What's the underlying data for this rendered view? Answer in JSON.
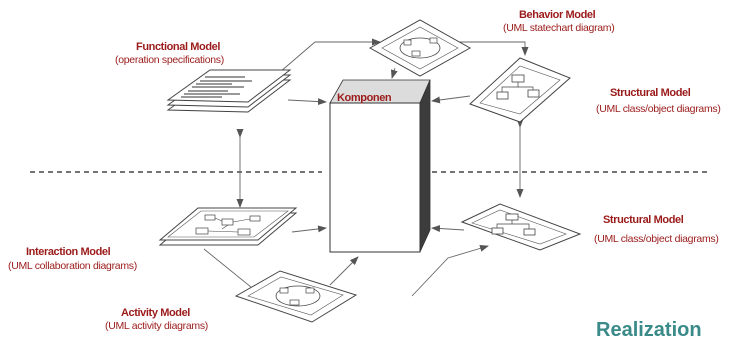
{
  "center": {
    "label": "Komponen"
  },
  "models": {
    "behavior": {
      "title": "Behavior Model",
      "subtitle": "(UML statechart diagram)"
    },
    "functional": {
      "title": "Functional Model",
      "subtitle": "(operation specifications)"
    },
    "structural_top": {
      "title": "Structural Model",
      "subtitle": "(UML class/object  diagrams)"
    },
    "structural_bottom": {
      "title": "Structural Model",
      "subtitle": "(UML class/object diagrams)"
    },
    "interaction": {
      "title": "Interaction Model",
      "subtitle": "(UML collaboration diagrams)"
    },
    "activity": {
      "title": "Activity Model",
      "subtitle": "(UML activity diagrams)"
    }
  },
  "footer": {
    "label": "Realization"
  },
  "colors": {
    "title": "#9b1b1b",
    "realization": "#3a8a8a",
    "line": "#555555",
    "box_side": "#4a4a4a"
  }
}
